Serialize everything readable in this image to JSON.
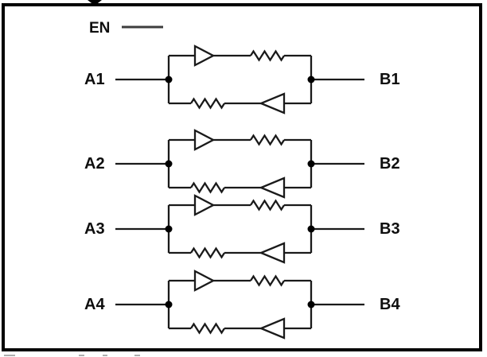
{
  "diagram": {
    "enable_label": "EN",
    "channels": [
      {
        "input": "A1",
        "output": "B1"
      },
      {
        "input": "A2",
        "output": "B2"
      },
      {
        "input": "A3",
        "output": "B3"
      },
      {
        "input": "A4",
        "output": "B4"
      }
    ],
    "colors": {
      "wire": "#1a1a1a",
      "enable_line": "#3d3d3d",
      "border": "#000000",
      "background": "#ffffff",
      "junction_dot": "#000000",
      "buffer_fill": "#ffffff"
    }
  }
}
